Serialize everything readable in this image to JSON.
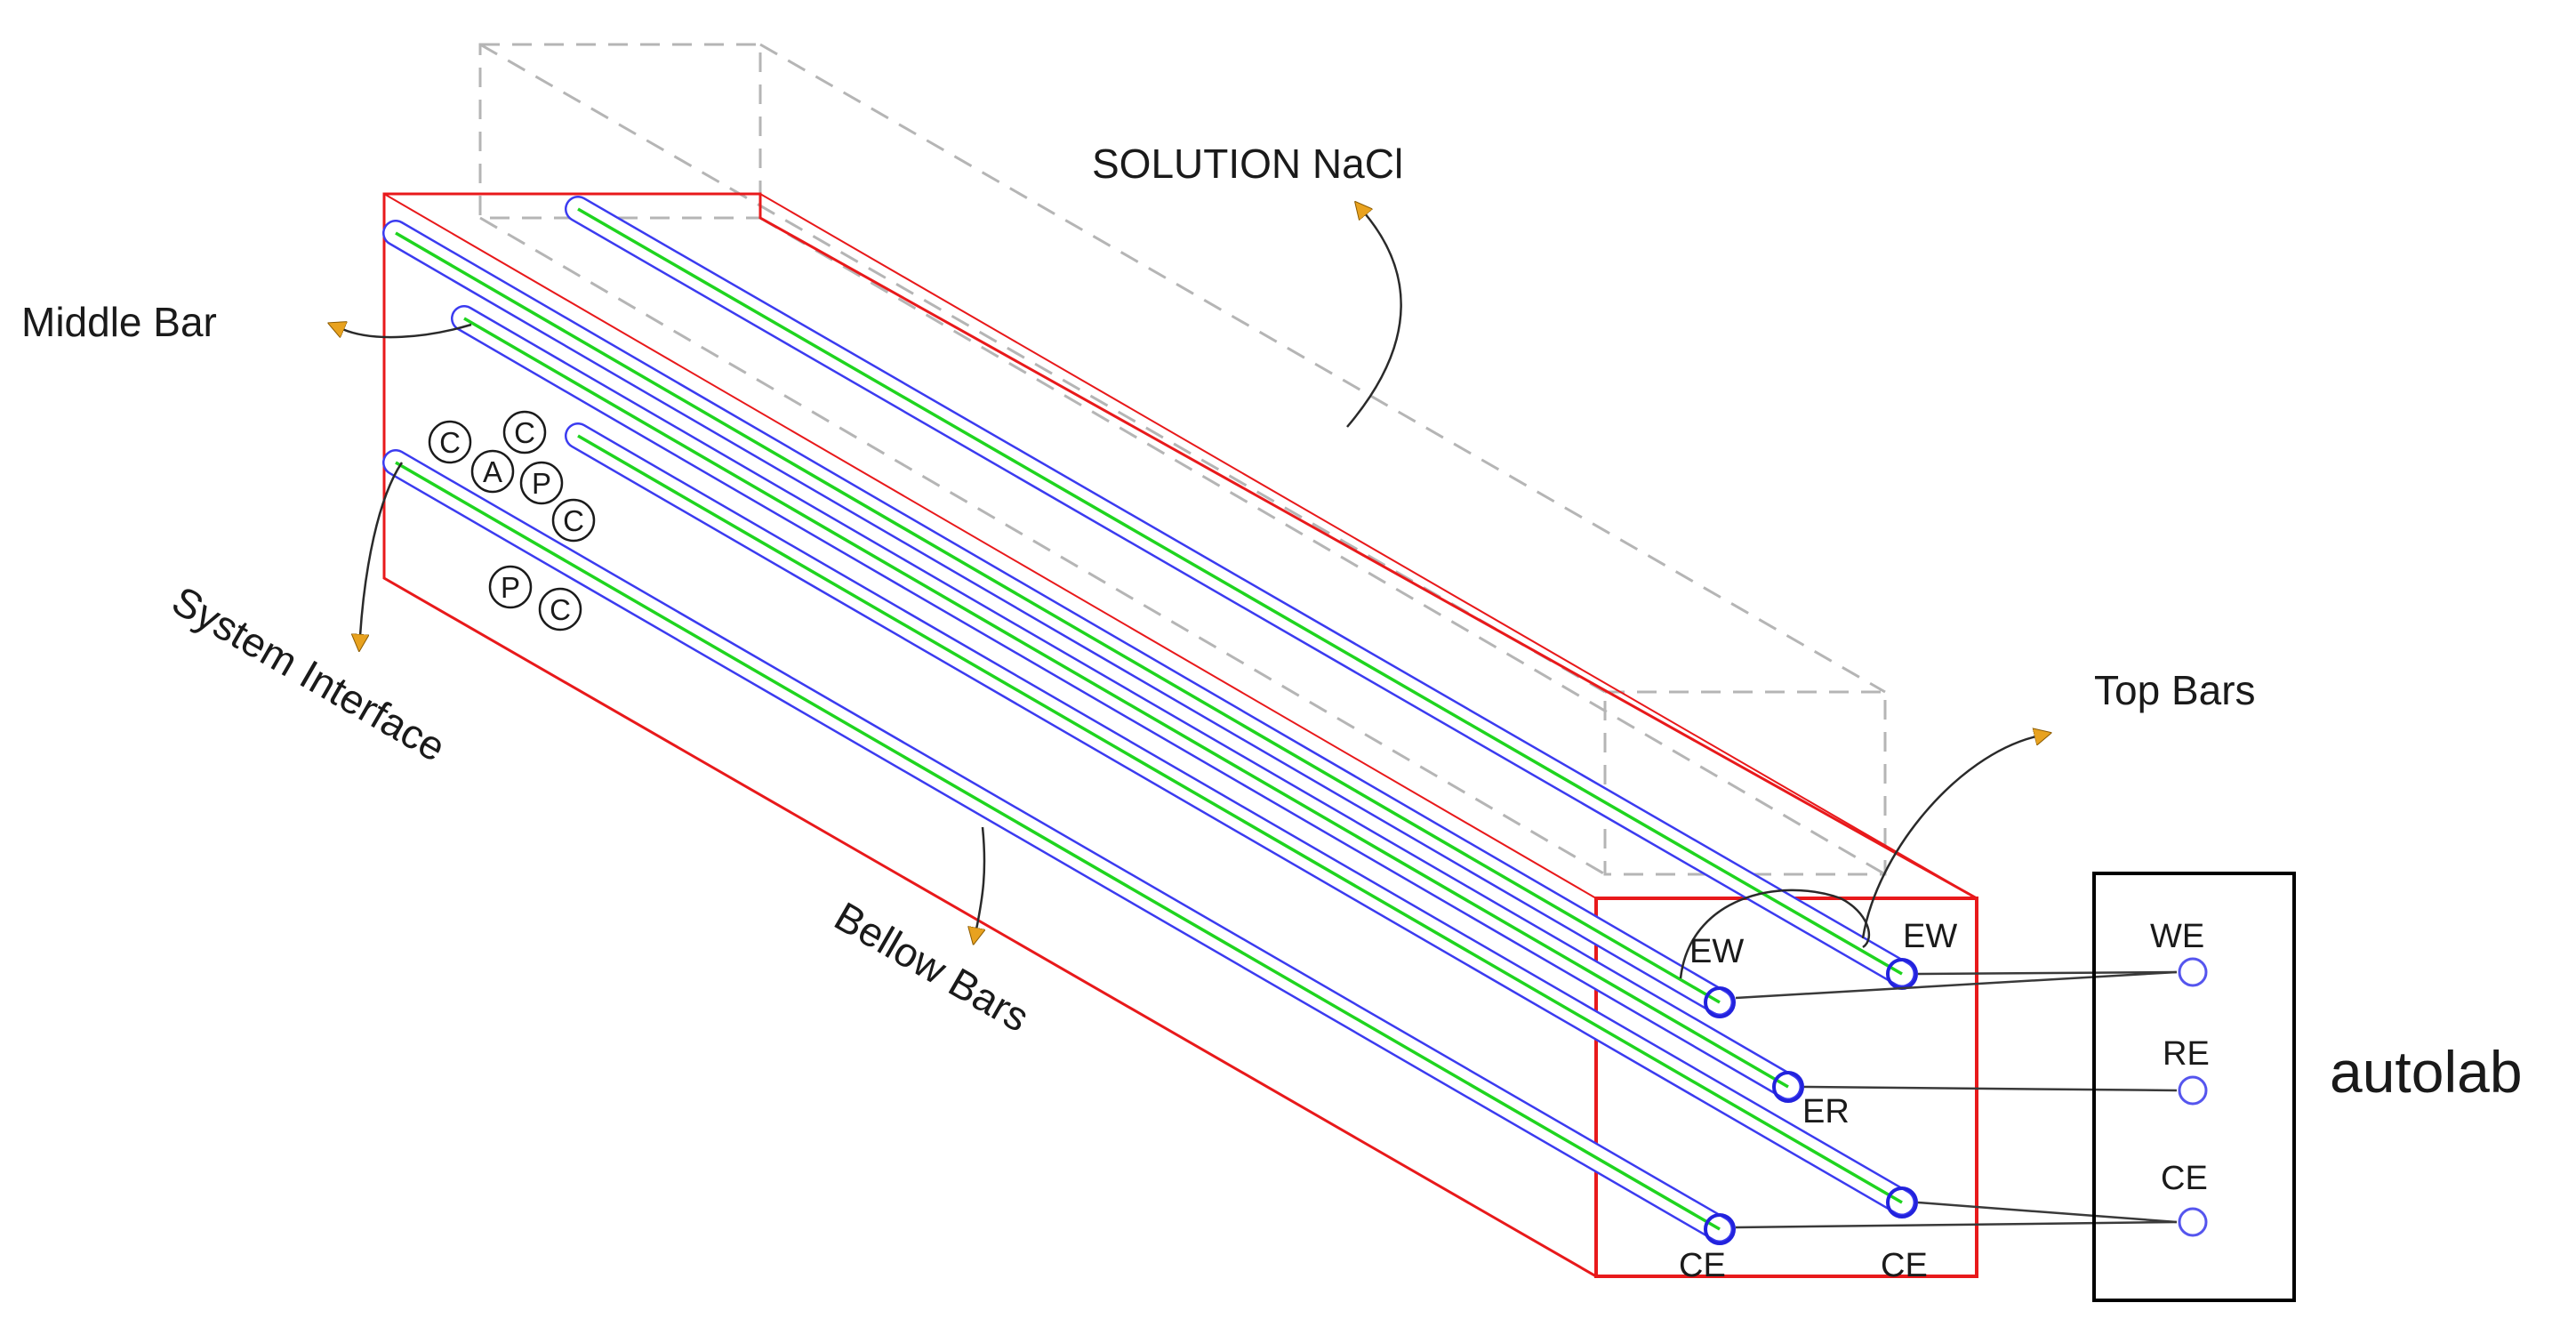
{
  "labels": {
    "solution": "SOLUTION NaCl",
    "middle_bar": "Middle Bar",
    "system_interface": "System Interface",
    "bellow_bars": "Bellow Bars",
    "top_bars": "Top Bars",
    "autolab": "autolab"
  },
  "terminals": {
    "ew_left": "EW",
    "ew_right": "EW",
    "er": "ER",
    "ce_left": "CE",
    "ce_right": "CE"
  },
  "autolab_ports": {
    "we": "WE",
    "re": "RE",
    "ce": "CE"
  },
  "circle_markers": {
    "c1": "C",
    "c2": "C",
    "a": "A",
    "p1": "P",
    "c3": "C",
    "p2": "P",
    "c4": "C"
  },
  "colors": {
    "box_outline": "#e8191b",
    "rod_outline": "#3b3bf0",
    "rod_core": "#1fd41f",
    "dashed": "#b5b5b5",
    "arrow_head": "#e8a21f",
    "connector": "#3a3a3a",
    "autolab_box": "#000000"
  }
}
